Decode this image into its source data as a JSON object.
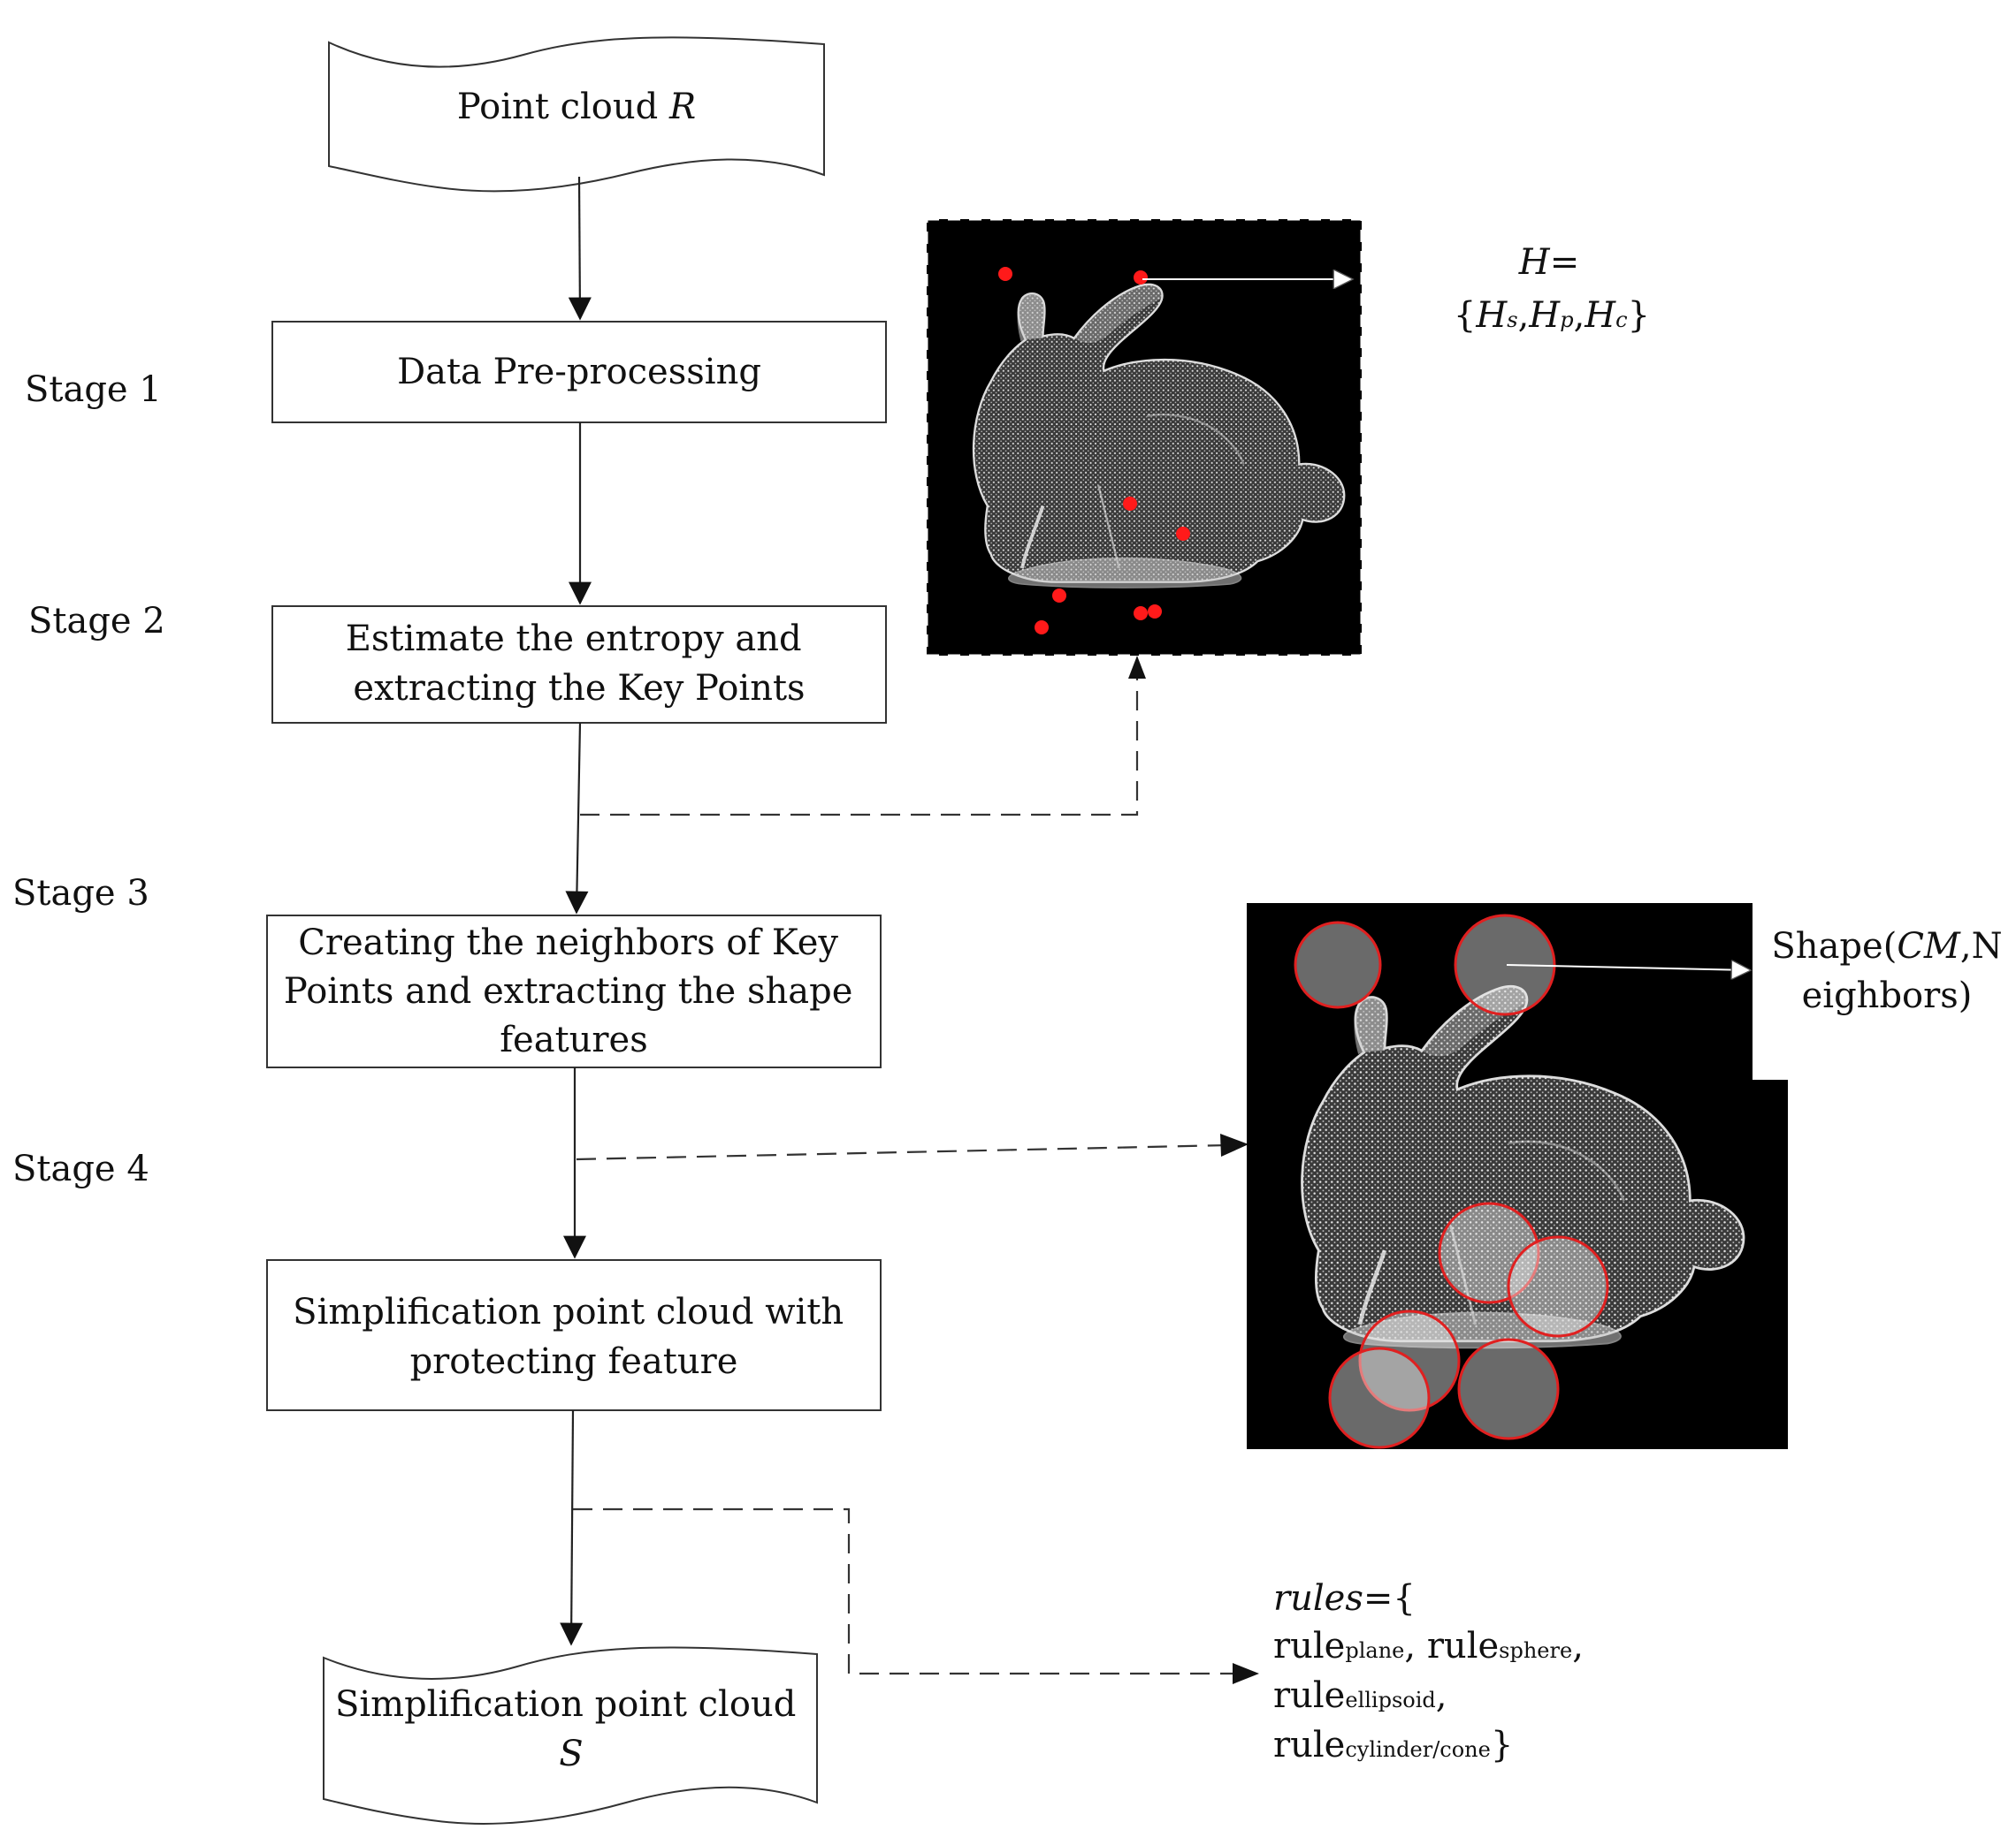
{
  "input": {
    "text": "Point cloud ",
    "var": "R"
  },
  "stages": [
    {
      "label": "Stage 1"
    },
    {
      "label": "Stage 2"
    },
    {
      "label": "Stage 3"
    },
    {
      "label": "Stage 4"
    }
  ],
  "boxes": [
    {
      "lines": [
        "Data Pre-processing"
      ]
    },
    {
      "lines": [
        "Estimate the entropy and",
        "extracting the Key Points"
      ]
    },
    {
      "lines": [
        "Creating the neighbors of Key",
        "Points and extracting the shape",
        "features"
      ]
    },
    {
      "lines": [
        "Simplification point cloud with",
        "protecting feature"
      ]
    }
  ],
  "output": {
    "line1": "Simplification point cloud",
    "var": "S"
  },
  "entropy": {
    "var": "H",
    "eq": "=",
    "open": "{",
    "terms": [
      {
        "base": "H",
        "sub": "s"
      },
      {
        "base": "H",
        "sub": "p"
      },
      {
        "base": "H",
        "sub": "c"
      }
    ],
    "sep": ",",
    "close": "}"
  },
  "shape": {
    "prefix": "Shape(",
    "var": "CM",
    "suffix1": ",N",
    "line2": "eighbors)"
  },
  "rules": {
    "var": "rules",
    "eq": "={",
    "base": "rule",
    "items": [
      "plane",
      "sphere",
      "ellipsoid",
      "cylinder/cone"
    ],
    "sep": ", ",
    "close": "}"
  },
  "colors": {
    "keypoint": "#ff1a1a",
    "circle": "#e02020",
    "panel": "#000000"
  }
}
